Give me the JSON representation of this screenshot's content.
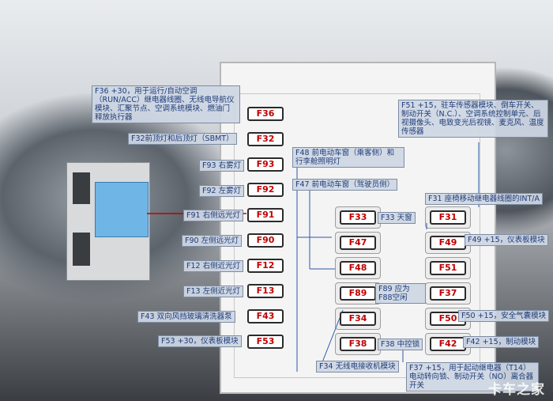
{
  "fuses": {
    "left": [
      "F36",
      "F32",
      "F93",
      "F92",
      "F91",
      "F90",
      "F12",
      "F13",
      "F43",
      "F53"
    ],
    "middle": [
      "F33",
      "F47",
      "F48",
      "F89",
      "F34",
      "F38"
    ],
    "right": [
      "F31",
      "F49",
      "F51",
      "F37",
      "F50",
      "F42"
    ]
  },
  "labels": {
    "f36": "F36 +30，用于运行/自动空调（RUN/ACC）继电器线圈、无线电导航仪模块、汇聚节点、空调系统模块、燃油门释放执行器",
    "f32": "F32前顶灯和后顶灯（SBMT）",
    "f93": "F93 右雾灯",
    "f92": "F92 左雾灯",
    "f91": "F91 右侧远光灯",
    "f90": "F90 左侧远光灯",
    "f12": "F12 右侧近光灯",
    "f13": "F13 左侧近光灯",
    "f43": "F43 双向风挡玻璃清洗器泵",
    "f53": "F53 +30，仪表板模块",
    "f48": "F48 前电动车窗（乘客侧）和行李舱照明灯",
    "f47": "F47 前电动车窗（驾驶员侧）",
    "f33": "F33 天窗",
    "f89": "F89 应为F88空闲",
    "f38": "F38 中控锁",
    "f34": "F34 无线电接收机模块",
    "f51": "F51 +15，驻车传感器模块、倒车开关、制动开关（N.C.）、空调系统控制单元、后视摄像头、电致变光后视镜、麦克风、温度传感器",
    "f31": "F31 座椅移动继电器线圈的INT/A",
    "f49": "F49 +15，仪表板模块",
    "f50": "F50 +15，安全气囊模块",
    "f42": "F42 +15，制动模块",
    "f37": "F37 +15，用于起动继电器（T14）电动转向锁、制动开关（NO）离合器开关"
  },
  "watermark": "卡车之家",
  "colors": {
    "fuse_text": "#c00000",
    "label_bg": "#cdd6e3",
    "label_text": "#1f3b78",
    "fusebox_blue": "#6fb6e6"
  }
}
